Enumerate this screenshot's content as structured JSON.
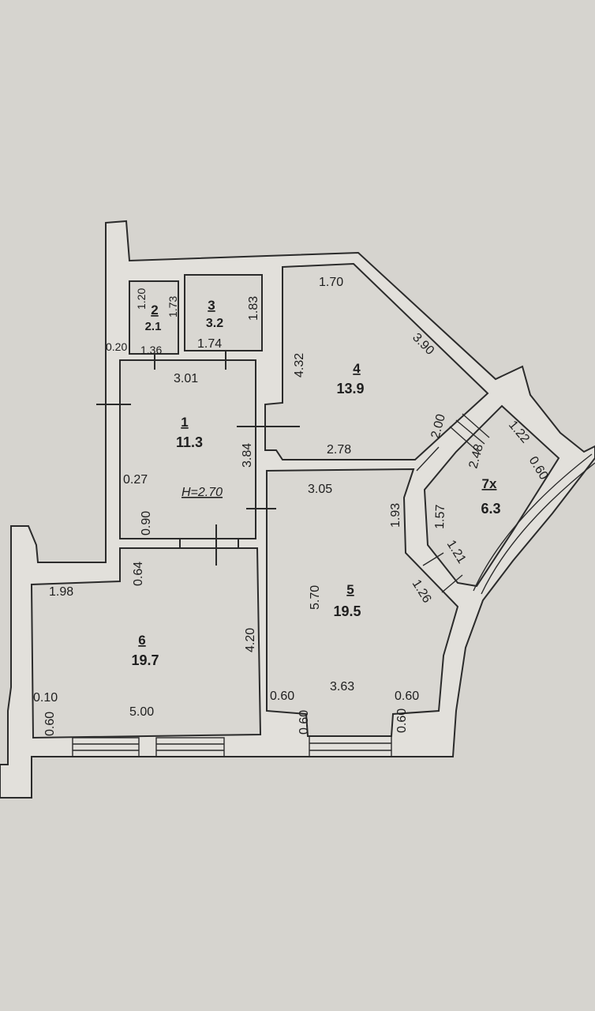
{
  "colors": {
    "paper": "#d6d4cf",
    "wall_fill": "#e2e0db",
    "line": "#2b2b2b"
  },
  "height_label": "H=2.70",
  "rooms": [
    {
      "id": "2",
      "number": "2",
      "area": "2.1"
    },
    {
      "id": "3",
      "number": "3",
      "area": "3.2"
    },
    {
      "id": "1",
      "number": "1",
      "area": "11.3"
    },
    {
      "id": "4",
      "number": "4",
      "area": "13.9"
    },
    {
      "id": "5",
      "number": "5",
      "area": "19.5"
    },
    {
      "id": "6",
      "number": "6",
      "area": "19.7"
    },
    {
      "id": "7",
      "number": "7x",
      "area": "6.3"
    }
  ],
  "dimensions": {
    "r2_height": "1.20",
    "r2_side": "1.73",
    "r2_width": "1.36",
    "r2_gap": "0.20",
    "r3_height": "1.83",
    "r3_width": "1.74",
    "r1_width": "3.01",
    "r1_height": "3.84",
    "r1_left": "0.27",
    "r1_low": "0.90",
    "r4_top": "1.70",
    "r4_left": "4.32",
    "r4_diag": "3.90",
    "r4_bottom": "2.78",
    "corr_top": "2.00",
    "r7_top": "1.22",
    "r7_side": "0.60",
    "r7_inner": "2.48",
    "r7_left": "1.57",
    "r7_low": "1.21",
    "r5_top": "3.05",
    "r5_right": "1.93",
    "r5_left": "5.70",
    "r5_diag": "1.26",
    "r5_bottom": "3.63",
    "r5_corner_l": "0.60",
    "r5_corner_r": "0.60",
    "r5_sill_l": "0.60",
    "r5_sill_r": "0.60",
    "r6_top_small": "0.64",
    "r6_width_top": "1.98",
    "r6_height": "4.20",
    "r6_width": "5.00",
    "r6_corner": "0.10",
    "r6_sill": "0.60"
  }
}
